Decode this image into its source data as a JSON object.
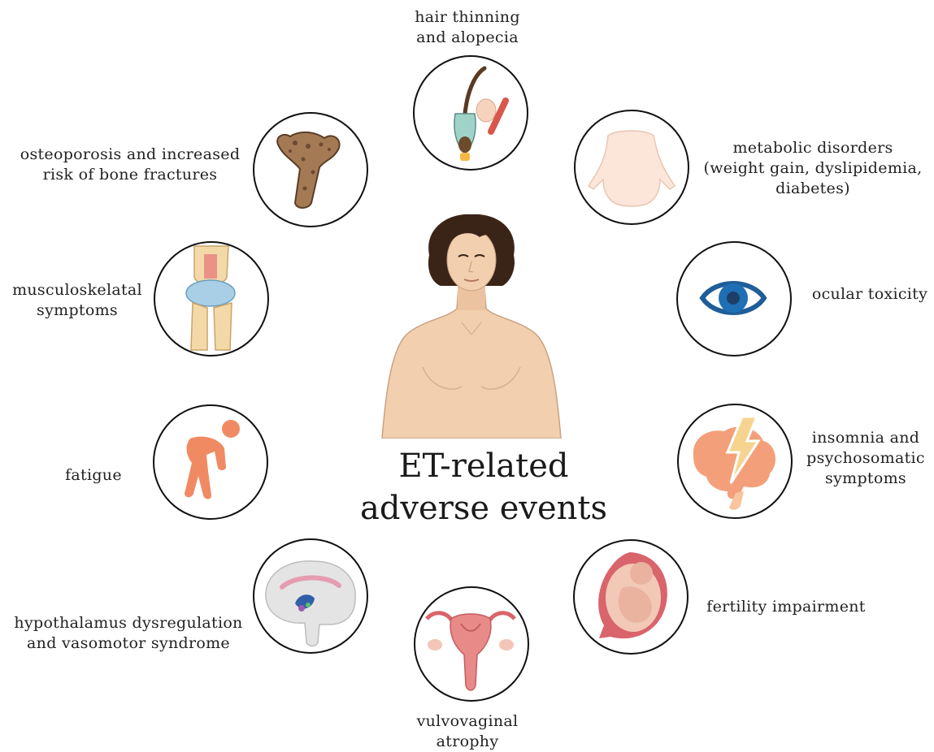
{
  "title": {
    "line1": "ET-related",
    "line2": "adverse events"
  },
  "events": {
    "hair": {
      "lines": [
        "hair thinning",
        "and alopecia"
      ],
      "icon": "hair-follicle-icon"
    },
    "bone": {
      "lines": [
        "osteoporosis and increased",
        "risk of bone fractures"
      ],
      "icon": "bone-icon"
    },
    "metabolic": {
      "lines": [
        "metabolic disorders",
        "(weight gain, dyslipidemia,",
        "diabetes)"
      ],
      "icon": "body-silhouette-icon"
    },
    "musculo": {
      "lines": [
        "musculoskelatal",
        "symptoms"
      ],
      "icon": "knee-joint-icon"
    },
    "ocular": {
      "lines": [
        "ocular toxicity"
      ],
      "icon": "eye-icon"
    },
    "fatigue": {
      "lines": [
        "fatigue"
      ],
      "icon": "tired-person-icon"
    },
    "insomnia": {
      "lines": [
        "insomnia and",
        "psychosomatic",
        "symptoms"
      ],
      "icon": "brain-lightning-icon"
    },
    "hypothalamus": {
      "lines": [
        "hypothalamus dysregulation",
        "and vasomotor syndrome"
      ],
      "icon": "brain-section-icon"
    },
    "fertility": {
      "lines": [
        "fertility impairment"
      ],
      "icon": "pregnancy-icon"
    },
    "vulvo": {
      "lines": [
        "vulvovaginal",
        "atrophy"
      ],
      "icon": "uterus-icon"
    }
  },
  "colors": {
    "outline": "#111111",
    "skin": "#f2cfae",
    "hair": "#3a2418",
    "eye": "#1e6fb5",
    "fatigue": "#f08a63",
    "brain": "#f3a07a"
  }
}
